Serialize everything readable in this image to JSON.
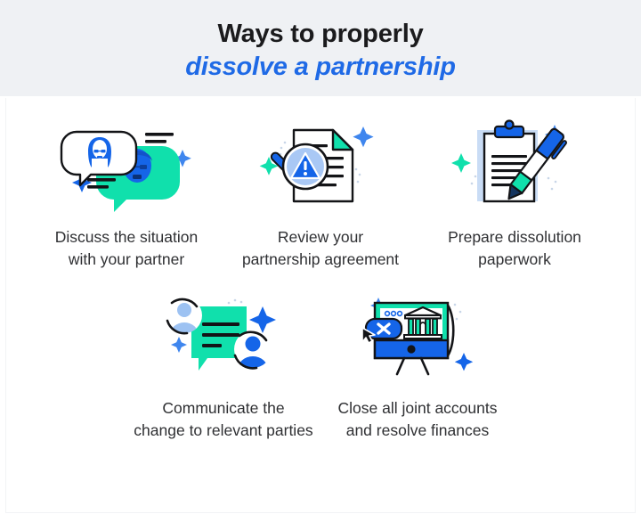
{
  "header": {
    "title_line_1": "Ways to properly",
    "title_line_2": "dissolve a partnership",
    "background_color": "#eff1f4",
    "title_color": "#1b1b1d",
    "accent_color": "#1f6ae6"
  },
  "theme": {
    "teal": "#10e0ac",
    "blue": "#1565e8",
    "light_blue": "#9dc2f2",
    "pale_blue": "#c9dcf5",
    "dark": "#101114",
    "text": "#2f3033",
    "card_background": "#ffffff"
  },
  "steps": [
    {
      "id": "discuss-situation",
      "icon": "two-speech-bubbles-with-faces-icon",
      "label_line_1": "Discuss the situation",
      "label_line_2": "with your partner"
    },
    {
      "id": "review-agreement",
      "icon": "document-magnifier-warning-icon",
      "label_line_1": "Review your",
      "label_line_2": "partnership agreement"
    },
    {
      "id": "prepare-paperwork",
      "icon": "clipboard-with-pen-icon",
      "label_line_1": "Prepare dissolution",
      "label_line_2": "paperwork"
    },
    {
      "id": "communicate-change",
      "icon": "speech-bubble-with-avatars-icon",
      "label_line_1": "Communicate the",
      "label_line_2": "change to relevant parties"
    },
    {
      "id": "close-accounts",
      "icon": "monitor-bank-close-icon",
      "label_line_1": "Close all joint accounts",
      "label_line_2": "and resolve finances"
    }
  ]
}
